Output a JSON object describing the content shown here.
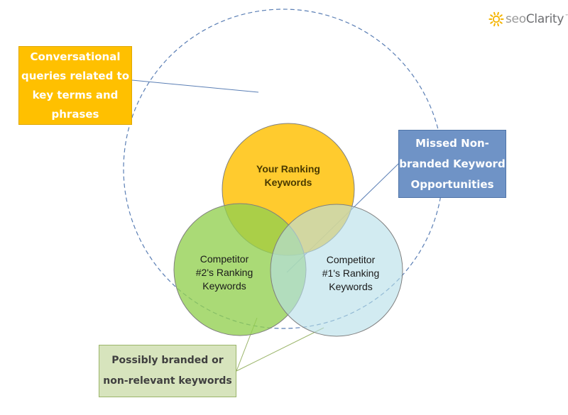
{
  "logo": {
    "prefix": "seo",
    "brand": "Clarity",
    "mark": "™",
    "icon": "sun-icon",
    "color": "#F4B400"
  },
  "circles": {
    "yours": {
      "label_lines": [
        "Your Ranking",
        "Keywords"
      ],
      "color": "#FFC000"
    },
    "competitor2": {
      "label_lines": [
        "Competitor",
        "#2's Ranking",
        "Keywords"
      ],
      "color": "#92D050"
    },
    "competitor1": {
      "label_lines": [
        "Competitor",
        "#1's Ranking",
        "Keywords"
      ],
      "color": "#B7DEE8"
    }
  },
  "callouts": {
    "conversational": {
      "text": "Conversational queries related to key terms and phrases",
      "color": "#FFC000"
    },
    "missed": {
      "text": "Missed Non-branded Keyword Opportunities",
      "color": "#6F93C6"
    },
    "branded": {
      "text": "Possibly branded or non-relevant keywords",
      "color": "#D7E4BD"
    }
  }
}
